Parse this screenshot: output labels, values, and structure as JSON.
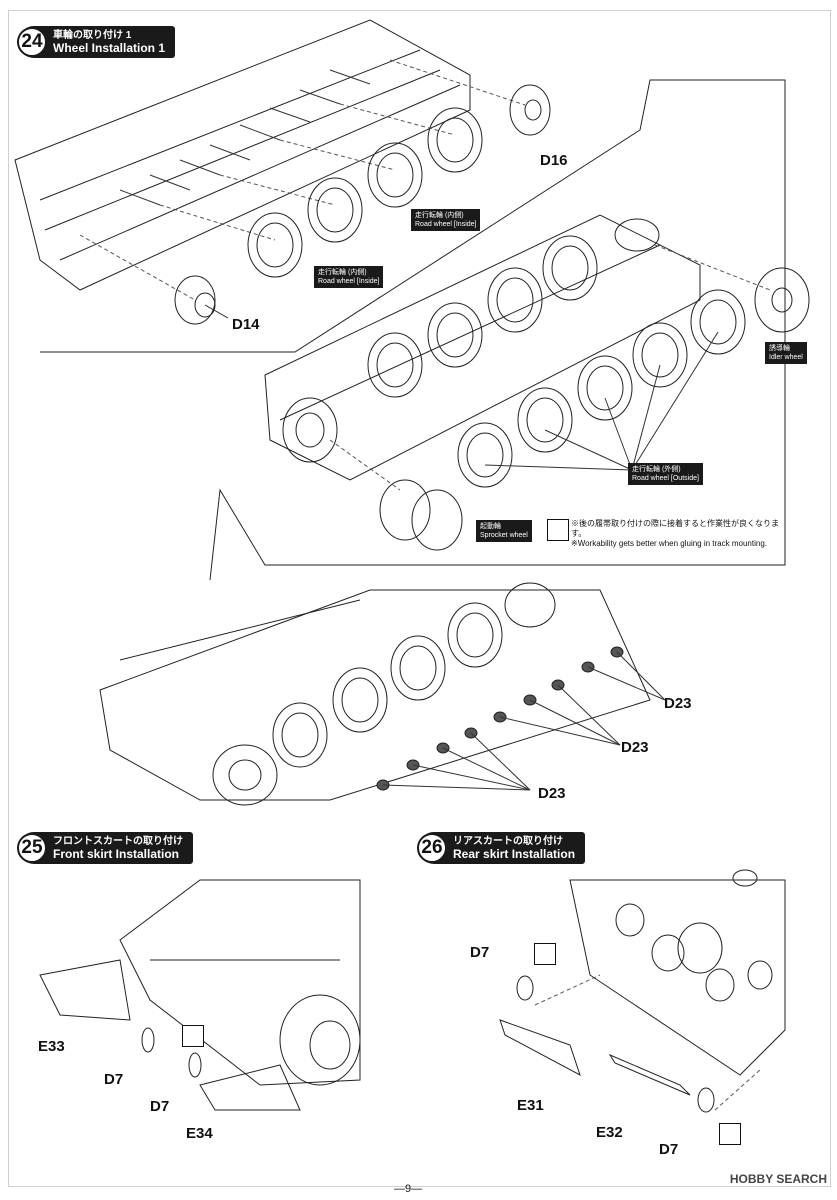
{
  "step24": {
    "number": "24",
    "title_jp": "車輪の取り付け 1",
    "title_en": "Wheel Installation 1"
  },
  "step25": {
    "number": "25",
    "title_jp": "フロントスカートの取り付け",
    "title_en": "Front skirt Installation"
  },
  "step26": {
    "number": "26",
    "title_jp": "リアスカートの取り付け",
    "title_en": "Rear skirt Installation"
  },
  "parts": {
    "d16": "D16",
    "d14": "D14",
    "d23": "D23",
    "e33": "E33",
    "e34": "E34",
    "e31": "E31",
    "e32": "E32",
    "d7": "D7"
  },
  "tags": {
    "road_inside_jp": "走行転輪 (内側)",
    "road_inside_en": "Road wheel [Inside]",
    "road_outside_jp": "走行転輪 (外側)",
    "road_outside_en": "Road wheel [Outside]",
    "idler_jp": "誘導輪",
    "idler_en": "Idler wheel",
    "sprocket_jp": "起動輪",
    "sprocket_en": "Sprocket wheel"
  },
  "notes": {
    "jp": "※後の履帯取り付けの際に接着すると作業性が良くなります。",
    "en": "※Workability gets better when gluing in track mounting."
  },
  "footer": {
    "page": "—9—",
    "watermark": "HOBBY SEARCH"
  }
}
